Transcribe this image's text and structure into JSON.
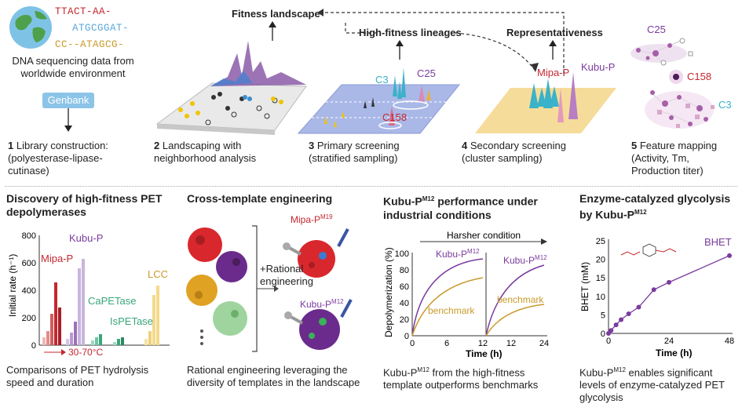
{
  "colors": {
    "red": "#c4272f",
    "blue": "#5aa6dd",
    "purple": "#7a3c9e",
    "gold": "#c99a2a",
    "green": "#3aa67a",
    "pink": "#d98bb3"
  },
  "top": {
    "dna": {
      "seq1": "TTACT-AA-",
      "seq2": "ATGCGGAT-",
      "seq3": "CC--ATAGCG-",
      "caption": "DNA sequencing data from worldwide environment",
      "genbank": "Genbank"
    },
    "fitness_landscape": "Fitness landscape",
    "high_fitness_lineages": "High-fitness lineages",
    "representativeness": "Representativeness",
    "steps": [
      {
        "num": "1",
        "text": "Library construction: (polyesterase-lipase-cutinase)"
      },
      {
        "num": "2",
        "text": "Landscaping with neighborhood analysis"
      },
      {
        "num": "3",
        "text": "Primary screening (stratified sampling)"
      },
      {
        "num": "4",
        "text": "Secondary screening (cluster sampling)"
      },
      {
        "num": "5",
        "text": "Feature mapping (Activity, Tm, Production titer)"
      }
    ],
    "labels3": {
      "c3": "C3",
      "c25": "C25",
      "c158": "C158"
    },
    "labels4": {
      "mipa": "Mipa-P",
      "kubu": "Kubu-P"
    },
    "labels5": {
      "c25": "C25",
      "c158": "C158",
      "c3": "C3"
    }
  },
  "panel1": {
    "title": "Discovery of high-fitness PET depolymerases",
    "ylabel": "Initial rate (h⁻¹)",
    "yticks": [
      "0",
      "200",
      "400",
      "600",
      "800"
    ],
    "temp": "30-70°C",
    "labels": {
      "mipa": "Mipa-P",
      "kubu": "Kubu-P",
      "capet": "CaPETase",
      "ispet": "IsPETase",
      "lcc": "LCC"
    },
    "caption": "Comparisons of PET hydrolysis speed and duration"
  },
  "panel2": {
    "title": "Cross-template engineering",
    "rational": "+Rational engineering",
    "mipa": "Mipa-P",
    "mipa_sup": "M19",
    "kubu": "Kubu-P",
    "kubu_sup": "M12",
    "caption": "Rational engineering leveraging the diversity of templates in the landscape"
  },
  "panel3": {
    "title_a": "Kubu-P",
    "title_sup": "M12",
    "title_b": " performance under industrial conditions",
    "harsher": "Harsher condition",
    "ylabel": "Depolymerization (%)",
    "xlabel": "Time (h)",
    "kubu": "Kubu-P",
    "kubu_sup": "M12",
    "benchmark": "benchmark",
    "yticks": [
      "0",
      "20",
      "40",
      "60",
      "80",
      "100"
    ],
    "xticks_left": [
      "0",
      "6",
      "12"
    ],
    "xticks_right": [
      "12",
      "24"
    ],
    "caption_a": "Kubu-P",
    "caption_sup": "M12",
    "caption_b": " from the high-fitness template outperforms benchmarks"
  },
  "panel4": {
    "title_a": "Enzyme-catalyzed glycolysis by Kubu-P",
    "title_sup": "M12",
    "ylabel": "BHET (mM)",
    "xlabel": "Time (h)",
    "series_label": "BHET",
    "yticks": [
      "0",
      "5",
      "10",
      "15",
      "20",
      "25"
    ],
    "xticks": [
      "0",
      "24",
      "48"
    ],
    "caption_a": "Kubu-P",
    "caption_sup": "M12",
    "caption_b": " enables significant levels of enzyme-catalyzed PET glycolysis"
  },
  "chart_data": [
    {
      "type": "line",
      "x": [
        0,
        1,
        3,
        5,
        8,
        12,
        18,
        24,
        48
      ],
      "series": [
        {
          "name": "BHET",
          "values": [
            0,
            0.8,
            2.3,
            3.7,
            5.3,
            7.1,
            11.8,
            13.8,
            21.0
          ]
        }
      ],
      "xlabel": "Time (h)",
      "ylabel": "BHET (mM)",
      "ylim": [
        0,
        25
      ],
      "xlim": [
        0,
        48
      ]
    }
  ]
}
